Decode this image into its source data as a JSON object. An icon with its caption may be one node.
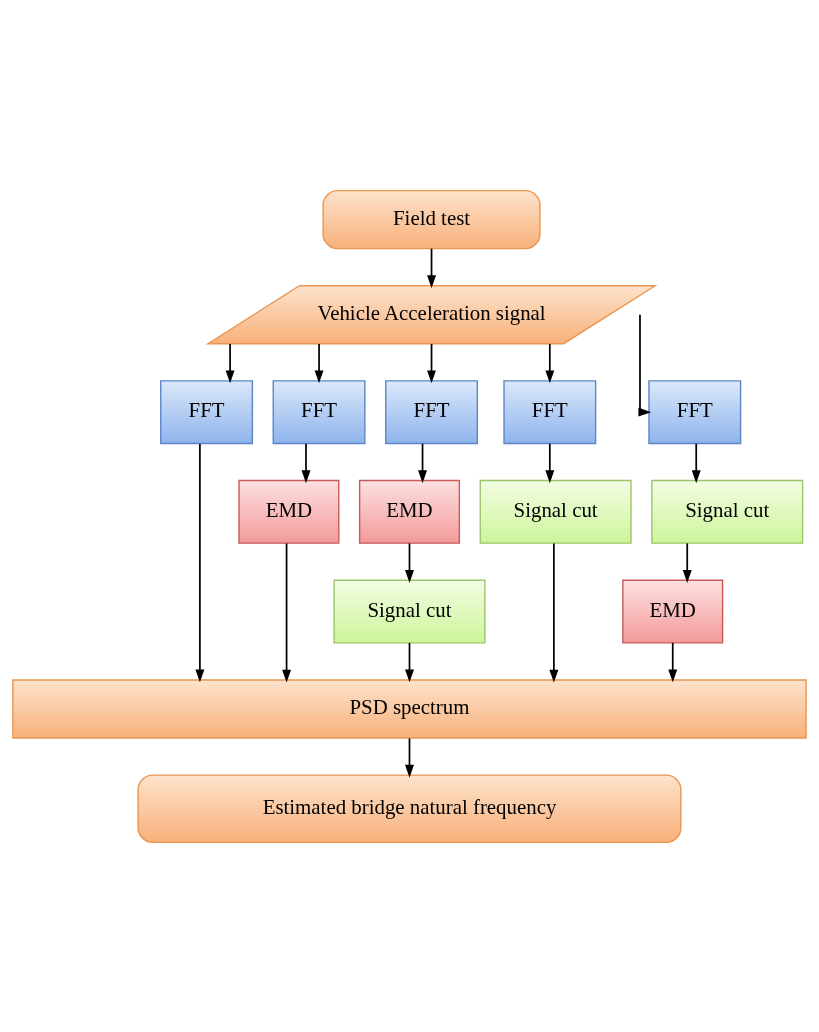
{
  "diagram": {
    "nodes": [
      {
        "text": [
          "Field test"
        ]
      },
      {
        "text": [
          "Vehicle Acceleration signal"
        ]
      },
      {
        "text": [
          "FFT"
        ]
      },
      {
        "text": [
          "FFT"
        ]
      },
      {
        "text": [
          "FFT"
        ]
      },
      {
        "text": [
          "FFT"
        ]
      },
      {
        "text": [
          "FFT"
        ]
      },
      {
        "text": [
          "EMD"
        ]
      },
      {
        "text": [
          "EMD"
        ]
      },
      {
        "text": [
          "Signal cut"
        ]
      },
      {
        "text": [
          "Signal cut"
        ]
      },
      {
        "text": [
          "Signal cut"
        ]
      },
      {
        "text": [
          "EMD"
        ]
      },
      {
        "text": [
          "PSD spectrum"
        ]
      },
      {
        "text": [
          "Estimated bridge natural frequency"
        ]
      }
    ],
    "edges": [
      {
        "from": 0,
        "to": 1,
        "arrow": "to"
      },
      {
        "from": 1,
        "to": 2,
        "arrow": "to"
      },
      {
        "from": 1,
        "to": 3,
        "arrow": "to"
      },
      {
        "from": 1,
        "to": 4,
        "arrow": "to"
      },
      {
        "from": 1,
        "to": 5,
        "arrow": "to"
      },
      {
        "from": 1,
        "to": 6,
        "arrow": "to"
      },
      {
        "from": 2,
        "to": 13,
        "arrow": "to"
      },
      {
        "from": 3,
        "to": 7,
        "arrow": "to"
      },
      {
        "from": 7,
        "to": 13,
        "arrow": "to"
      },
      {
        "from": 4,
        "to": 8,
        "arrow": "to"
      },
      {
        "from": 8,
        "to": 11,
        "arrow": "to"
      },
      {
        "from": 11,
        "to": 13,
        "arrow": "to"
      },
      {
        "from": 5,
        "to": 9,
        "arrow": "to"
      },
      {
        "from": 9,
        "to": 13,
        "arrow": "to"
      },
      {
        "from": 6,
        "to": 10,
        "arrow": "to"
      },
      {
        "from": 10,
        "to": 12,
        "arrow": "to"
      },
      {
        "from": 12,
        "to": 13,
        "arrow": "to"
      },
      {
        "from": 13,
        "to": 14,
        "arrow": "to"
      }
    ]
  }
}
